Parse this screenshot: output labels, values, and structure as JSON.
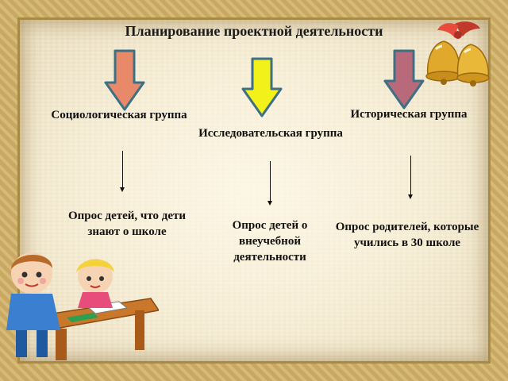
{
  "title": "Планирование проектной деятельности",
  "colors": {
    "arrow_left": "#e8896a",
    "arrow_middle": "#f2f21a",
    "arrow_right": "#b96a7a",
    "arrow_outline": "#3d6f85"
  },
  "groups": [
    {
      "label": "Социологическая группа",
      "task": "Опрос детей, что дети знают о школе"
    },
    {
      "label": "Исследовательская группа",
      "task": "Опрос детей о внеучебной деятельности"
    },
    {
      "label": "Историческая группа",
      "task": "Опрос родителей, которые учились в 30 школе"
    }
  ],
  "decorations": [
    "bells-icon",
    "children-at-desk-illustration"
  ]
}
